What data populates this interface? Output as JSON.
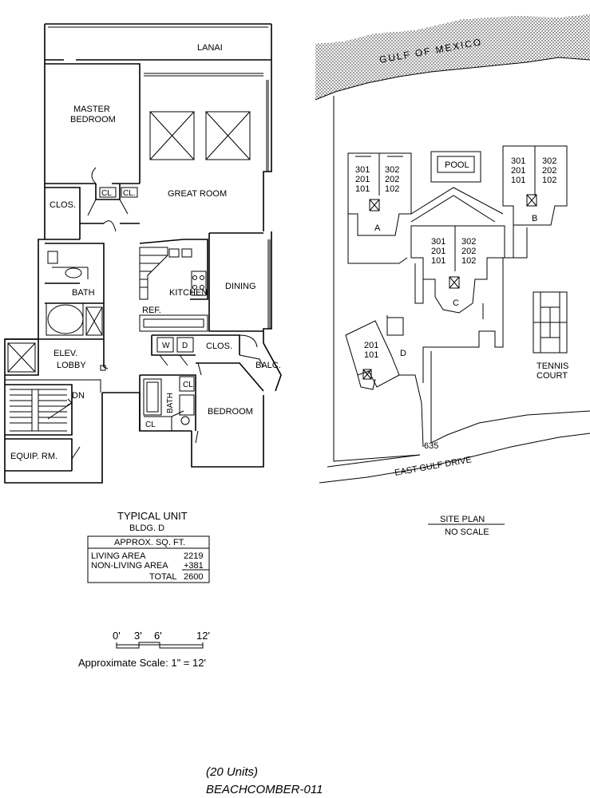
{
  "floor_plan": {
    "rooms": {
      "lanai": "LANAI",
      "master_bedroom_1": "MASTER",
      "master_bedroom_2": "BEDROOM",
      "great_room": "GREAT ROOM",
      "clos_left": "CLOS.",
      "cl_1": "CL",
      "cl_2": "CL.",
      "kitchen": "KITCHEN",
      "dining": "DINING",
      "bath_master": "BATH",
      "ref": "REF.",
      "elev_lobby_1": "ELEV.",
      "elev_lobby_2": "LOBBY",
      "w": "W",
      "d": "D",
      "clos_right": "CLOS.",
      "balc": "BALC.",
      "dn": "DN",
      "bath_2": "BATH",
      "cl_bath": "CL",
      "cl_bath_2": "CL",
      "bedroom": "BEDROOM",
      "equip_rm": "EQUIP. RM."
    },
    "typical_unit": "TYPICAL UNIT",
    "bldg": "BLDG. D",
    "sqft_table": {
      "header": "APPROX. SQ. FT.",
      "rows": [
        {
          "label": "LIVING AREA",
          "value": "2219"
        },
        {
          "label": "NON-LIVING AREA",
          "value": "+381"
        },
        {
          "label": "TOTAL",
          "value": "2600"
        }
      ]
    },
    "scale_ticks": [
      "0'",
      "3'",
      "6'",
      "12'"
    ],
    "scale_text": "Approximate Scale: 1\" = 12'"
  },
  "site_plan": {
    "gulf": "GULF OF MEXICO",
    "pool": "POOL",
    "bldg_a": {
      "col1": [
        "301",
        "201",
        "101"
      ],
      "col2": [
        "302",
        "202",
        "102"
      ],
      "letter": "A"
    },
    "bldg_b": {
      "col1": [
        "301",
        "201",
        "101"
      ],
      "col2": [
        "302",
        "202",
        "102"
      ],
      "letter": "B"
    },
    "bldg_c": {
      "col1": [
        "301",
        "201",
        "101"
      ],
      "col2": [
        "302",
        "202",
        "102"
      ],
      "letter": "C"
    },
    "bldg_d": {
      "col1": [
        "201",
        "101"
      ],
      "letter": "D"
    },
    "tennis_1": "TENNIS",
    "tennis_2": "COURT",
    "road_number": "635",
    "road_name": "EAST GULF DRIVE",
    "title": "SITE PLAN",
    "subtitle": "NO SCALE"
  },
  "footer": {
    "units": "(20 Units)",
    "name": "BEACHCOMBER-011"
  }
}
